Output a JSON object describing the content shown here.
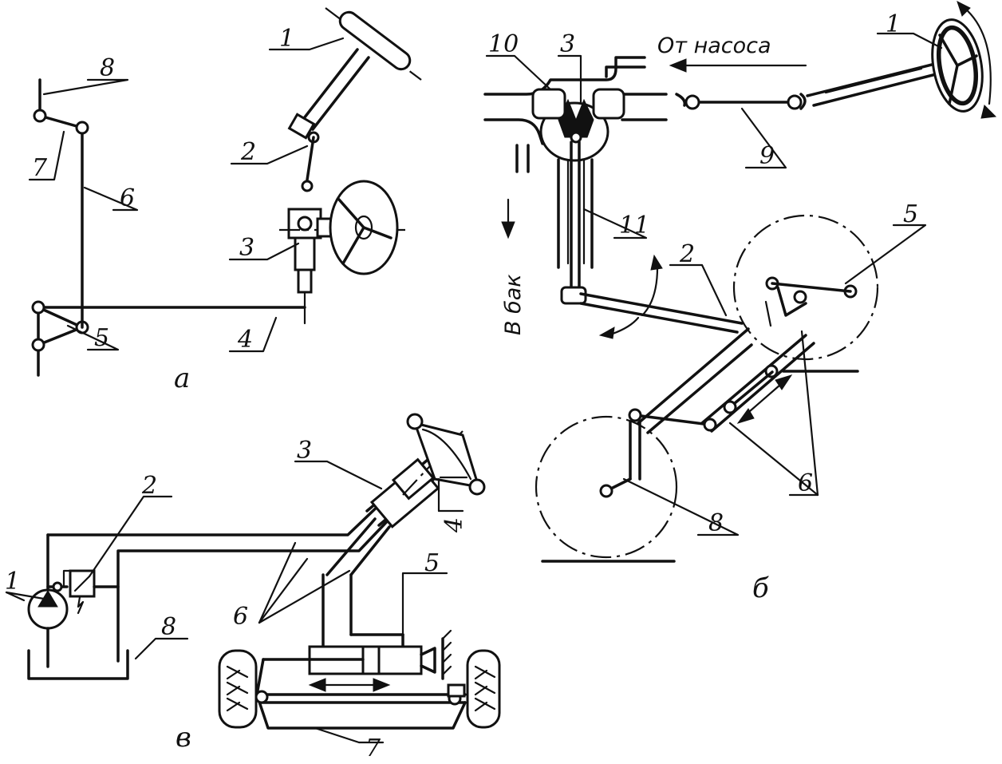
{
  "diagram": {
    "panels": {
      "a": {
        "caption": "а",
        "labels": [
          "1",
          "2",
          "3",
          "4",
          "5",
          "6",
          "7",
          "8"
        ]
      },
      "b": {
        "caption": "б",
        "flow_from_pump": "От насоса",
        "flow_to_tank": "В бак",
        "labels": [
          "1",
          "2",
          "3",
          "5",
          "6",
          "8",
          "9",
          "10",
          "11"
        ]
      },
      "v": {
        "caption": "в",
        "labels": [
          "1",
          "2",
          "3",
          "4",
          "5",
          "6",
          "7",
          "8"
        ]
      }
    }
  }
}
